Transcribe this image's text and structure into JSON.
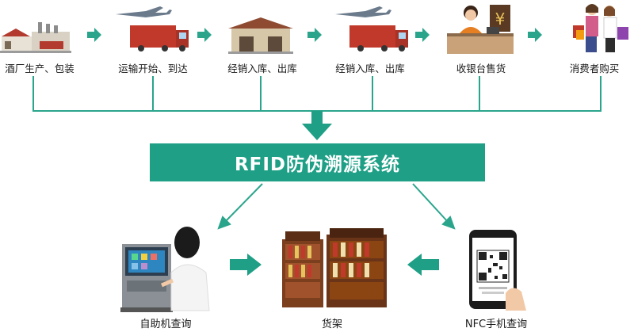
{
  "colors": {
    "accent": "#1e9f86",
    "arrow": "#2aa58c"
  },
  "steps": [
    {
      "label": "酒厂生产、包装",
      "icon": "factory-icon"
    },
    {
      "label": "运输开始、到达",
      "icon": "truck-plane-icon"
    },
    {
      "label": "经销入库、出库",
      "icon": "warehouse-icon"
    },
    {
      "label": "经销入库、出库",
      "icon": "truck-plane-icon"
    },
    {
      "label": "收银台售货",
      "icon": "cashier-icon"
    },
    {
      "label": "消费者购买",
      "icon": "shoppers-icon"
    }
  ],
  "system": {
    "title": "RFID防伪溯源系统"
  },
  "outputs": [
    {
      "label": "自助机查询",
      "icon": "kiosk-icon"
    },
    {
      "label": "货架",
      "icon": "shelf-icon"
    },
    {
      "label": "NFC手机查询",
      "icon": "phone-qr-icon"
    }
  ]
}
